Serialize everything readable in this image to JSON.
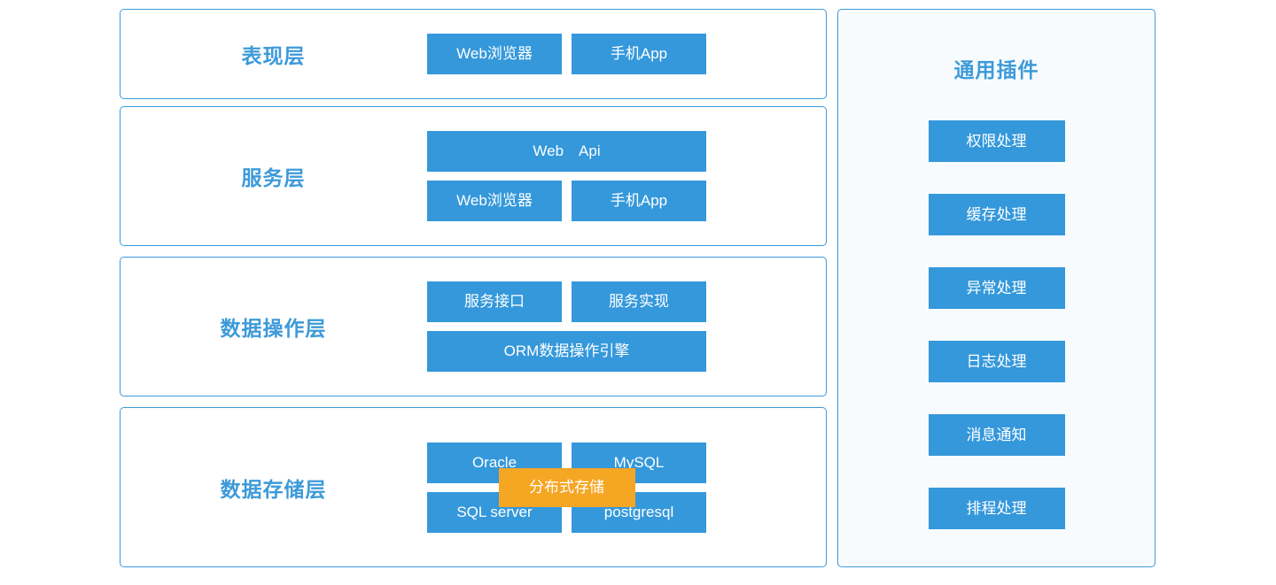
{
  "theme": {
    "node_blue": "#3498db",
    "accent_orange": "#f5a623",
    "label_blue": "#3d9ad9",
    "panel_border": "#3d9ad9",
    "sidebar_bg": "#f7fbfe",
    "page_bg": "#ffffff"
  },
  "architecture": {
    "layers": [
      {
        "label": "表现层",
        "rows": [
          {
            "nodes": [
              {
                "text": "Web浏览器"
              },
              {
                "text": "手机App"
              }
            ]
          }
        ]
      },
      {
        "label": "服务层",
        "rows": [
          {
            "nodes": [
              {
                "text": "Web　Api"
              }
            ]
          },
          {
            "nodes": [
              {
                "text": "Web浏览器"
              },
              {
                "text": "手机App"
              }
            ]
          }
        ]
      },
      {
        "label": "数据操作层",
        "rows": [
          {
            "nodes": [
              {
                "text": "服务接口"
              },
              {
                "text": "服务实现"
              }
            ]
          },
          {
            "nodes": [
              {
                "text": "ORM数据操作引擎"
              }
            ]
          }
        ]
      },
      {
        "label": "数据存储层",
        "rows": [
          {
            "nodes": [
              {
                "text": "Oracle"
              },
              {
                "text": "MySQL"
              }
            ]
          },
          {
            "nodes": [
              {
                "text": "SQL server"
              },
              {
                "text": "postgresql"
              }
            ]
          }
        ],
        "overlay": {
          "text": "分布式存储",
          "color": "#f5a623"
        }
      }
    ]
  },
  "plugins": {
    "title": "通用插件",
    "items": [
      {
        "label": "权限处理"
      },
      {
        "label": "缓存处理"
      },
      {
        "label": "异常处理"
      },
      {
        "label": "日志处理"
      },
      {
        "label": "消息通知"
      },
      {
        "label": "排程处理"
      }
    ]
  }
}
